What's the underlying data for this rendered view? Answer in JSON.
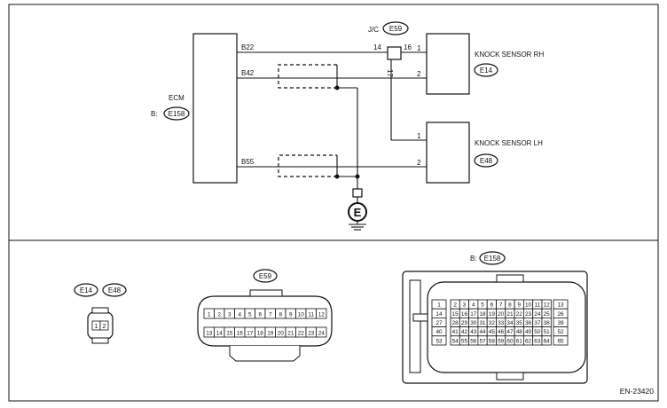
{
  "diagram": {
    "ecm": {
      "label": "ECM",
      "connector_prefix": "B:",
      "connector_id": "E158"
    },
    "jc": {
      "label": "J/C",
      "connector_id": "E59",
      "pin_left": "14",
      "pin_right": "16",
      "pin_down": "17"
    },
    "ecm_pins": {
      "top": "B22",
      "mid": "B42",
      "bottom": "B55"
    },
    "sensor_rh": {
      "label": "KNOCK SENSOR RH",
      "connector_id": "E14",
      "pin1": "1",
      "pin2": "2"
    },
    "sensor_lh": {
      "label": "KNOCK SENSOR LH",
      "connector_id": "E48",
      "pin1": "1",
      "pin2": "2"
    },
    "ground_symbol": "E"
  },
  "connectors": {
    "sensor": {
      "ids": [
        "E14",
        "E48"
      ],
      "pins": [
        "1",
        "2"
      ]
    },
    "jc_e59": {
      "id": "E59",
      "row1": [
        "1",
        "2",
        "3",
        "4",
        "5",
        "6",
        "7",
        "8",
        "9",
        "10",
        "11",
        "12"
      ],
      "row2": [
        "13",
        "14",
        "15",
        "16",
        "17",
        "18",
        "19",
        "20",
        "21",
        "22",
        "23",
        "24"
      ]
    },
    "ecm_b": {
      "prefix": "B:",
      "id": "E158",
      "left_col": [
        "1",
        "14",
        "27",
        "40",
        "53"
      ],
      "grid": [
        [
          "2",
          "3",
          "4",
          "5",
          "6",
          "7",
          "8",
          "9",
          "10",
          "11",
          "12"
        ],
        [
          "15",
          "16",
          "17",
          "18",
          "19",
          "20",
          "21",
          "22",
          "23",
          "24",
          "25"
        ],
        [
          "28",
          "29",
          "30",
          "31",
          "32",
          "33",
          "34",
          "35",
          "36",
          "37",
          "38"
        ],
        [
          "41",
          "42",
          "43",
          "44",
          "45",
          "46",
          "47",
          "48",
          "49",
          "50",
          "51"
        ],
        [
          "54",
          "55",
          "56",
          "57",
          "58",
          "59",
          "60",
          "61",
          "62",
          "63",
          "64"
        ]
      ],
      "right_col": [
        "13",
        "26",
        "39",
        "52",
        "65"
      ]
    }
  },
  "figure_id": "EN-23420"
}
